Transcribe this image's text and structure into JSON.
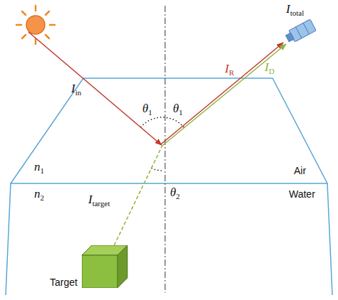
{
  "diagram": {
    "nodes": [
      {
        "text": [
          "Target"
        ]
      },
      {
        "text": [
          "Itotal"
        ]
      }
    ],
    "edges": [
      {
        "from": 0,
        "to": 1,
        "arrow": "to",
        "label": "ID"
      }
    ],
    "labels": [
      "Iin",
      "θ1",
      "θ1",
      "n1",
      "Air",
      "n2",
      "Water",
      "Itarget",
      "θ2",
      "IR"
    ]
  }
}
